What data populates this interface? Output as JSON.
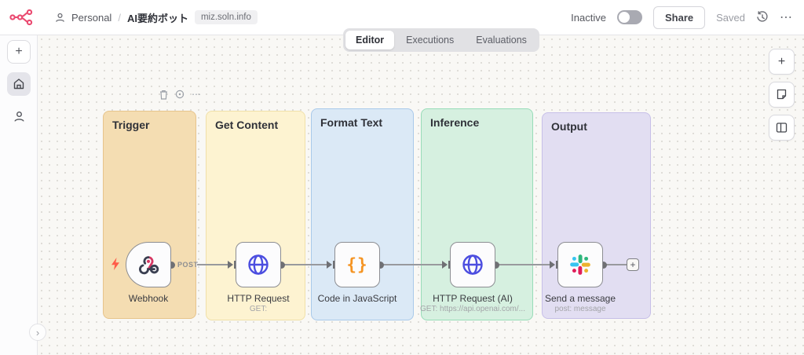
{
  "header": {
    "breadcrumb": {
      "project": "Personal",
      "separator": "/",
      "workflow_name": "AI要約ボット",
      "badge": "miz.soln.info"
    },
    "status_label": "Inactive",
    "share_label": "Share",
    "saved_label": "Saved"
  },
  "tabs": [
    {
      "label": "Editor",
      "active": true
    },
    {
      "label": "Executions",
      "active": false
    },
    {
      "label": "Evaluations",
      "active": false
    }
  ],
  "icons": {
    "ellipsis": "⋯",
    "plus": "+",
    "chevron_right": "›",
    "code_braces": "{}"
  },
  "canvas": {
    "groups": [
      {
        "title": "Trigger",
        "fill": "#f4ddb2",
        "border": "#e7c48b"
      },
      {
        "title": "Get Content",
        "fill": "#fdf3d1",
        "border": "#f0e0a8"
      },
      {
        "title": "Format Text",
        "fill": "#dbe9f6",
        "border": "#a9c9ea"
      },
      {
        "title": "Inference",
        "fill": "#d6f0e0",
        "border": "#98dcb8"
      },
      {
        "title": "Output",
        "fill": "#e2def2",
        "border": "#c7bfe8"
      }
    ],
    "nodes": [
      {
        "label": "Webhook",
        "subtitle": ""
      },
      {
        "label": "HTTP Request",
        "subtitle": "GET:"
      },
      {
        "label": "Code in JavaScript",
        "subtitle": ""
      },
      {
        "label": "HTTP Request (AI)",
        "subtitle": "GET: https://api.openai.com/..."
      },
      {
        "label": "Send a message",
        "subtitle": "post: message"
      }
    ],
    "connection_label": "POST",
    "colors": {
      "webhook_pink": "#d63864",
      "webhook_dark": "#3a3f51",
      "globe_blue": "#4c4ee0",
      "code_orange": "#f59422",
      "bolt_red": "#ff5c49",
      "slack_blue": "#36C5F0",
      "slack_green": "#2EB67D",
      "slack_red": "#E01E5A",
      "slack_yellow": "#ECB22E"
    }
  }
}
